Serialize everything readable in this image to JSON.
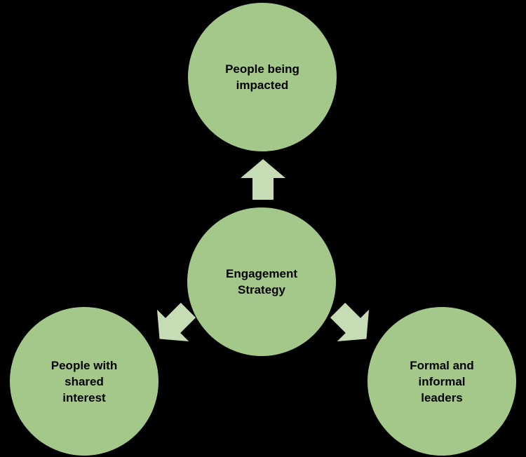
{
  "diagram": {
    "background_color": "#000000",
    "circle_color": "#a4c88a",
    "arrow_color": "#c6dcb5",
    "text_color": "#000000",
    "nodes": {
      "top": {
        "lines": [
          "People being",
          "impacted"
        ]
      },
      "center": {
        "lines": [
          "Engagement",
          "Strategy"
        ]
      },
      "bottom_left": {
        "lines": [
          "People with",
          "shared",
          "interest"
        ]
      },
      "bottom_right": {
        "lines": [
          "Formal and",
          "informal",
          "leaders"
        ]
      }
    }
  }
}
